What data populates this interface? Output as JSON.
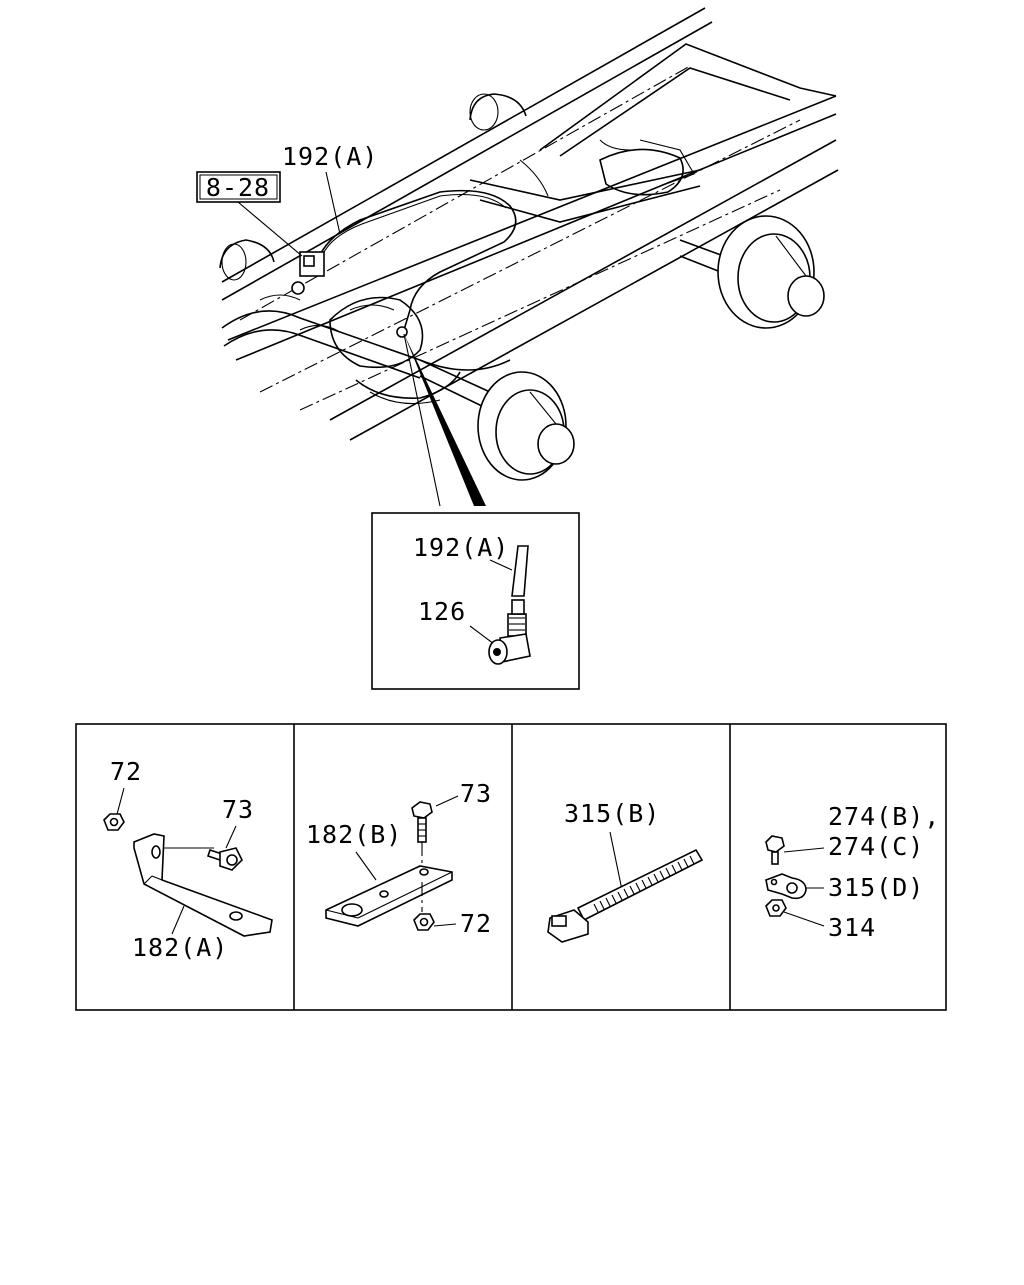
{
  "refs": {
    "section_ref": "8-28",
    "top_pipe": "192(A)",
    "detail_pipe": "192(A)",
    "detail_connector": "126"
  },
  "panels": [
    {
      "labels": {
        "nut": "72",
        "bolt": "73",
        "bracket": "182(A)"
      }
    },
    {
      "labels": {
        "bolt": "73",
        "bracket": "182(B)",
        "nut": "72"
      }
    },
    {
      "labels": {
        "band": "315(B)"
      }
    },
    {
      "labels": {
        "bolt_line1": "274(B),",
        "bolt_line2": "274(C)",
        "clip": "315(D)",
        "washer": "314"
      }
    }
  ]
}
